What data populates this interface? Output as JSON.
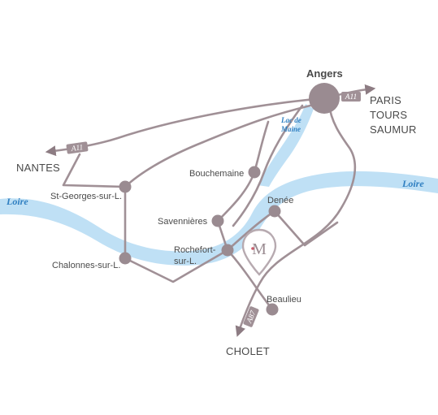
{
  "colors": {
    "road": "#a09096",
    "road_dark": "#8d7c83",
    "town_dot": "#9a8b91",
    "river": "#bfe0f5",
    "river_label": "#2f7fc1",
    "label": "#4a4a4a",
    "marker": "#b7aab0"
  },
  "destinations": {
    "nantes": "NANTES",
    "paris": "PARIS",
    "tours": "TOURS",
    "saumur": "SAUMUR",
    "cholet": "CHOLET"
  },
  "hub": {
    "angers": "Angers"
  },
  "roads": {
    "a11_west": "A11",
    "a11_east": "A11",
    "a87": "A87"
  },
  "water": {
    "loire_west": "Loire",
    "loire_east": "Loire",
    "lake_line1": "Lac de",
    "lake_line2": "Maine"
  },
  "towns": {
    "st_georges": "St-Georges-sur-L.",
    "chalonnes": "Chalonnes-sur-L.",
    "bouchemaine": "Bouchemaine",
    "savennieres": "Savennières",
    "rochefort_line1": "Rochefort-",
    "rochefort_line2": "sur-L.",
    "denee": "Denée",
    "beaulieu": "Beaulieu"
  },
  "marker": {
    "icon": "map-pin-icon",
    "monogram": "M"
  }
}
